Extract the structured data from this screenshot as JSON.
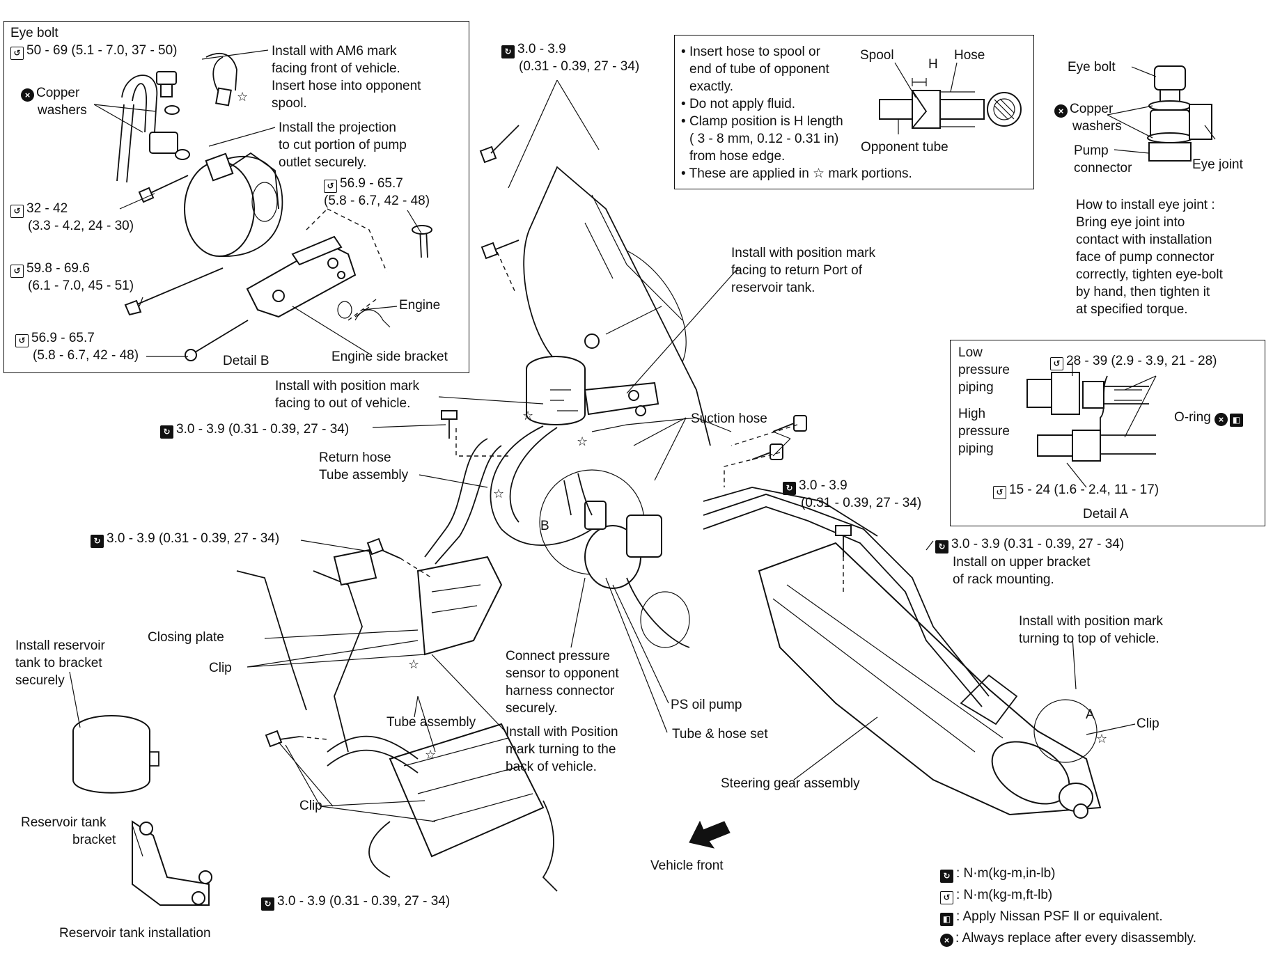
{
  "detailB": {
    "eye_bolt": "Eye bolt",
    "t1": "50 - 69 (5.1 - 7.0, 37 - 50)",
    "copper1": "Copper",
    "copper2": "washers",
    "am6_1": "Install with AM6 mark",
    "am6_2": "facing front of vehicle.",
    "am6_3": "Insert hose into opponent",
    "am6_4": "spool.",
    "proj1": "Install the projection",
    "proj2": "to cut portion of pump",
    "proj3": "outlet securely.",
    "t2a": "56.9 - 65.7",
    "t2b": "(5.8 - 6.7, 42 - 48)",
    "t3a": "32 - 42",
    "t3b": "(3.3 - 4.2, 24 - 30)",
    "t4a": "59.8 - 69.6",
    "t4b": "(6.1 - 7.0, 45 - 51)",
    "t5a": "56.9 - 65.7",
    "t5b": "(5.8 - 6.7, 42 - 48)",
    "engine": "Engine",
    "engine_bracket": "Engine side bracket",
    "detail_title": "Detail  B"
  },
  "spool": {
    "n1a": "Insert hose to spool or",
    "n1b": "end of tube of opponent",
    "n1c": "exactly.",
    "n2": "Do not apply fluid.",
    "n3a": "Clamp position is H length",
    "n3b": "( 3 - 8 mm, 0.12 - 0.31 in)",
    "n3c": "from hose edge.",
    "n4": "These are applied in ☆ mark portions.",
    "spool": "Spool",
    "h": "H",
    "hose": "Hose",
    "opp_tube": "Opponent tube"
  },
  "eyejoint": {
    "eye_bolt": "Eye bolt",
    "copper1": "Copper",
    "copper2": "washers",
    "pump1": "Pump",
    "pump2": "connector",
    "eye_joint": "Eye joint",
    "how1": "How to install eye joint :",
    "how2": "Bring eye joint into",
    "how3": "contact with installation",
    "how4": "face of pump connector",
    "how5": "correctly, tighten eye-bolt",
    "how6": "by hand, then tighten it",
    "how7": "at specified torque."
  },
  "detailA": {
    "low1": "Low",
    "low2": "pressure",
    "low3": "piping",
    "high1": "High",
    "high2": "pressure",
    "high3": "piping",
    "t1": "28 - 39 (2.9 - 3.9, 21 - 28)",
    "oring": "O-ring",
    "t2": "15 - 24 (1.6 - 2.4, 11 - 17)",
    "title": "Detail A"
  },
  "main": {
    "top_torque_a": "3.0 - 3.9",
    "top_torque_b": "(0.31 - 0.39, 27 - 34)",
    "ret_port1": "Install with position mark",
    "ret_port2": "facing to return Port of",
    "ret_port3": "reservoir tank.",
    "out1": "Install with position mark",
    "out2": "facing to out of vehicle.",
    "torque_left1": "3.0 - 3.9 (0.31 - 0.39, 27 - 34)",
    "suction": "Suction hose",
    "return_hose": "Return hose",
    "tube_assy1": "Tube assembly",
    "right_torque_a": "3.0 - 3.9",
    "right_torque_b": "(0.31 - 0.39, 27 - 34)",
    "b_label": "B",
    "torque_left2": "3.0 - 3.9 (0.31 - 0.39, 27 - 34)",
    "torque_right2": "3.0 - 3.9 (0.31 - 0.39, 27 - 34)",
    "upper1": "Install on upper bracket",
    "upper2": "of rack mounting.",
    "closing": "Closing plate",
    "clip1": "Clip",
    "res1": "Install reservoir",
    "res2": "tank to bracket",
    "res3": "securely",
    "press1": "Connect pressure",
    "press2": "sensor to opponent",
    "press3": "harness connector",
    "press4": "securely.",
    "back1": "Install with Position",
    "back2": "mark turning to the",
    "back3": "back of vehicle.",
    "ps_pump": "PS oil pump",
    "tube_hose": "Tube & hose set",
    "tube_assy2": "Tube assembly",
    "top1": "Install with position mark",
    "top2": "turning to top of vehicle.",
    "a_label": "A",
    "clip_right": "Clip",
    "steer": "Steering gear assembly",
    "clip2": "Clip",
    "res_br1": "Reservoir tank",
    "res_br2": "bracket",
    "res_install": "Reservoir tank installation",
    "vehicle_front": "Vehicle front",
    "torque_bottom": "3.0 - 3.9 (0.31 - 0.39, 27 - 34)"
  },
  "legend": {
    "l1": ": N·m(kg-m,in-lb)",
    "l2": ": N·m(kg-m,ft-lb)",
    "l3": ": Apply Nissan PSF Ⅱ or equivalent.",
    "l4": ": Always replace after every disassembly."
  },
  "icons": {
    "torque_inlb": "torque-in-lb-icon",
    "torque_ftlb": "torque-ft-lb-icon",
    "fluid": "apply-fluid-icon",
    "replace": "always-replace-icon",
    "star": "spool-mark-star-icon"
  }
}
